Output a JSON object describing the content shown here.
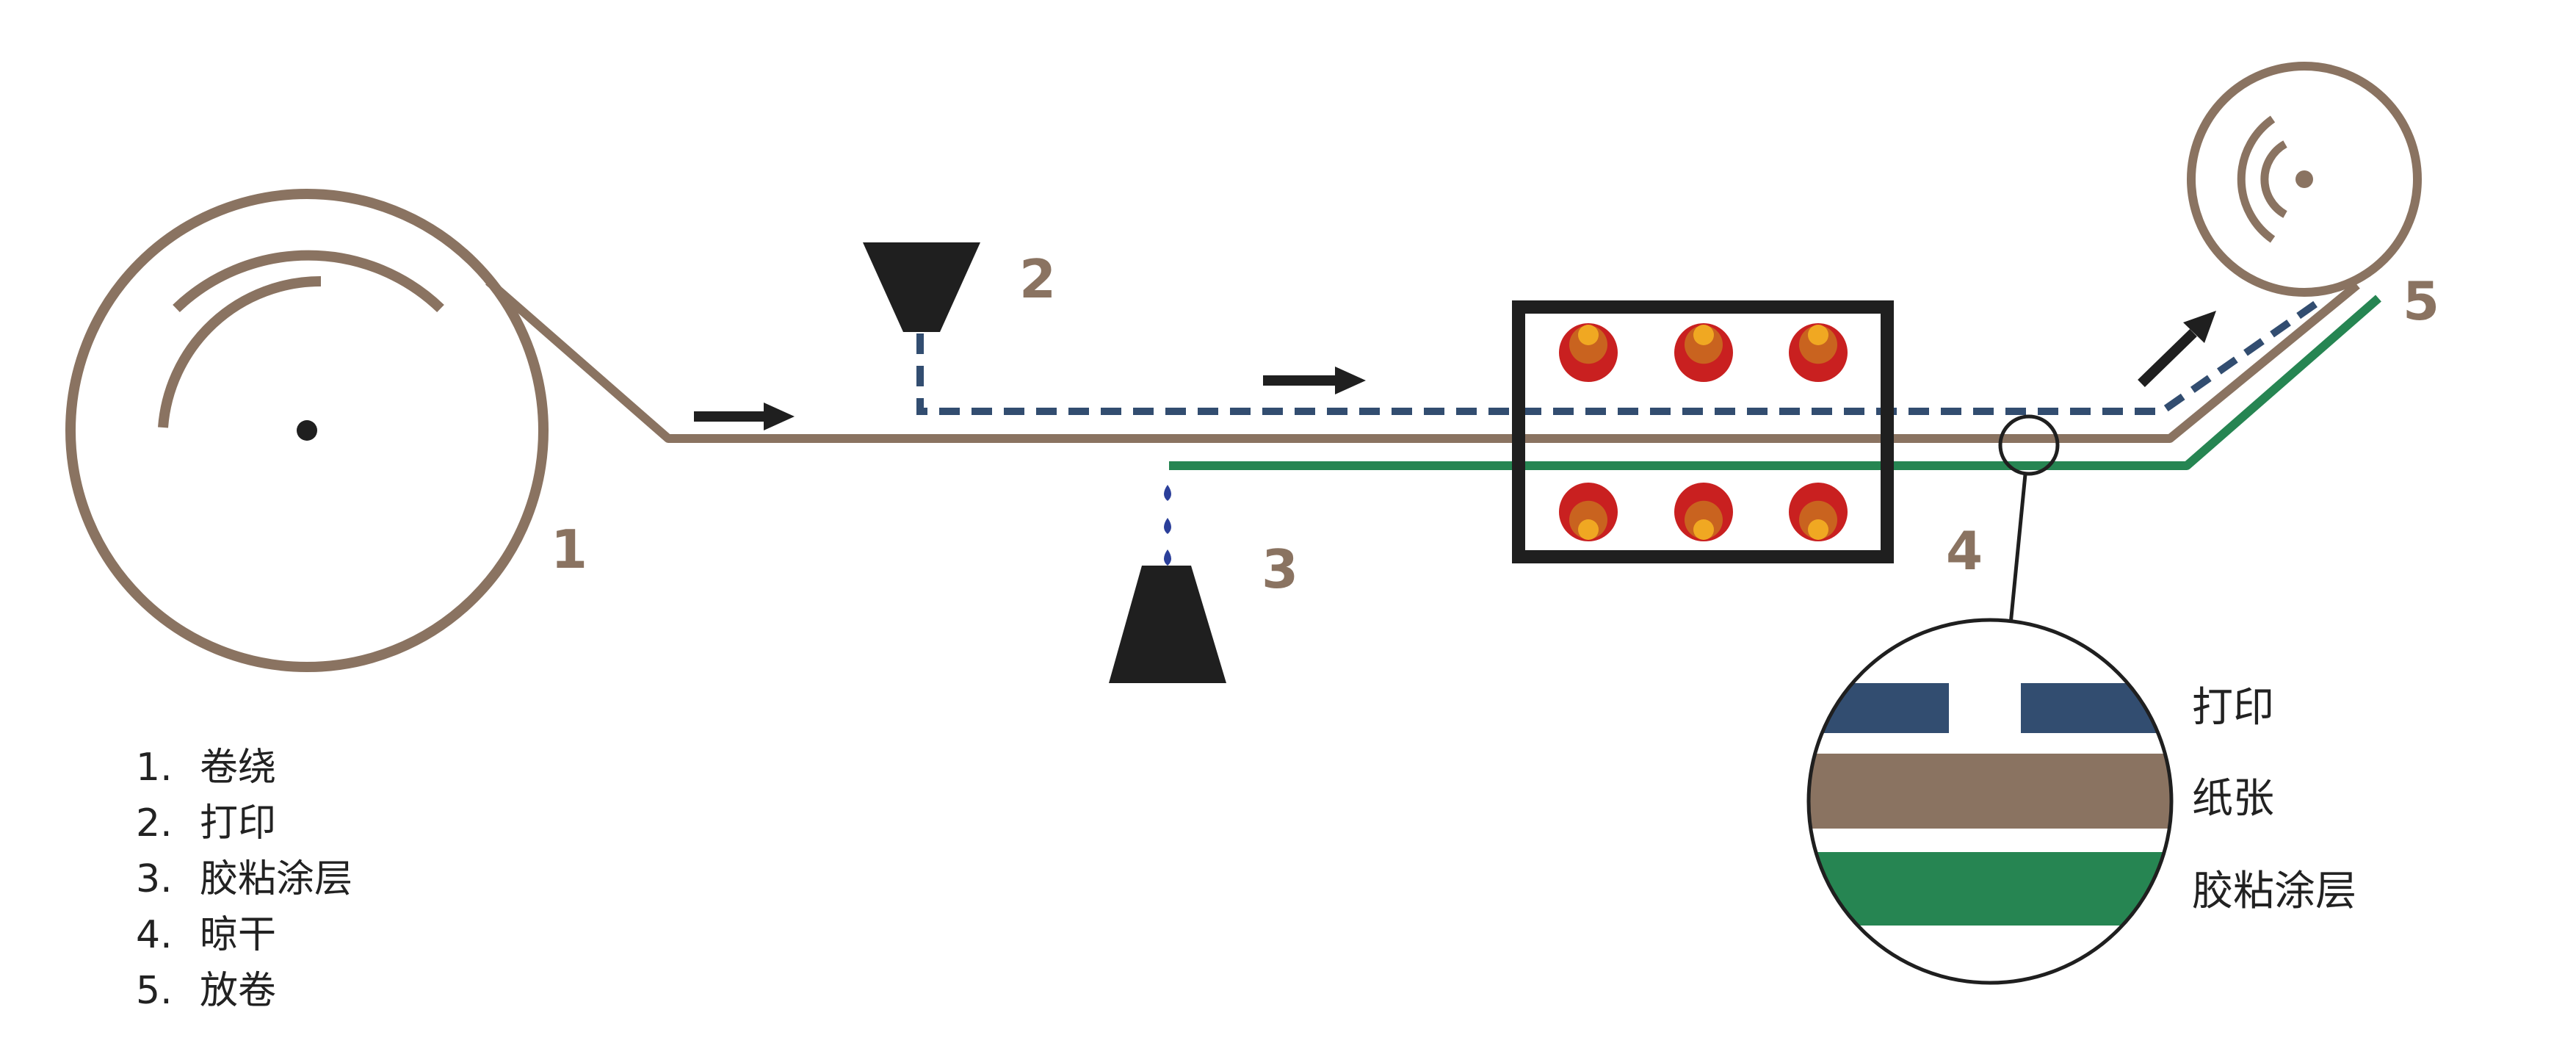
{
  "colors": {
    "paper": "#8a7361",
    "print": "#324d70",
    "adhesive": "#268552",
    "dark": "#1f1f1f",
    "heater_outer": "#c92020",
    "heater_mid": "#c9631f",
    "heater_core": "#f0a822",
    "drop": "#2b3f9a",
    "number": "#8a7361"
  },
  "stations": {
    "s1": "1",
    "s2": "2",
    "s3": "3",
    "s4": "4",
    "s5": "5"
  },
  "legend": [
    {
      "num": "1.",
      "text": "卷绕"
    },
    {
      "num": "2.",
      "text": "打印"
    },
    {
      "num": "3.",
      "text": "胶粘涂层"
    },
    {
      "num": "4.",
      "text": "晾干"
    },
    {
      "num": "5.",
      "text": "放卷"
    }
  ],
  "layers": {
    "print": "打印",
    "paper": "纸张",
    "adhesive": "胶粘涂层"
  }
}
